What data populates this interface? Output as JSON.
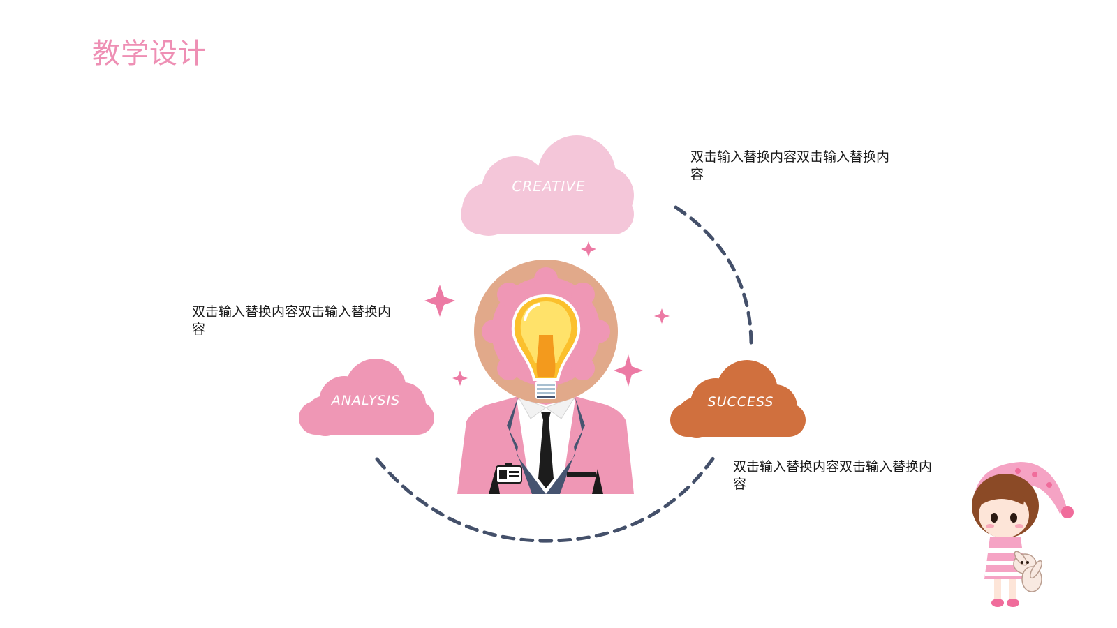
{
  "slide": {
    "title": "教学设计"
  },
  "clouds": {
    "creative": {
      "label": "CREATIVE",
      "color": "#f4c6d9"
    },
    "analysis": {
      "label": "ANALYSIS",
      "color": "#ef97b5"
    },
    "success": {
      "label": "SUCCESS",
      "color": "#d0703e"
    }
  },
  "captions": {
    "top_right": "双击输入替换内容双击输入替换内容",
    "left": "双击输入替换内容双击输入替换内容",
    "bottom_right": "双击输入替换内容双击输入替换内容"
  },
  "colors": {
    "title": "#ee8fb4",
    "dashed_arc": "#44506a",
    "suit": "#ef97b5",
    "lapel": "#465470",
    "head_ring": "#e1a98a",
    "bulb": "#fbc02d",
    "sparkle": "#ec7aa4"
  }
}
